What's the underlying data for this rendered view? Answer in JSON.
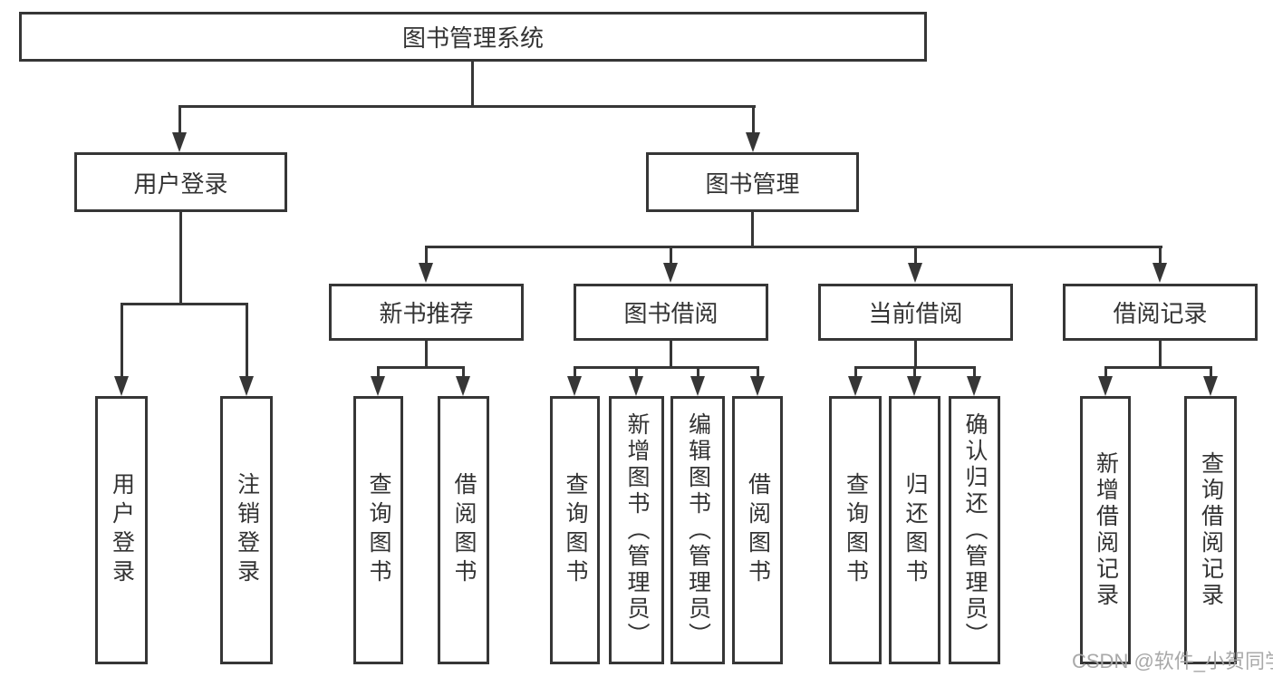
{
  "diagram": {
    "root": {
      "label": "图书管理系统",
      "children": [
        {
          "label": "用户登录",
          "children": [
            {
              "label": "用户登录"
            },
            {
              "label": "注销登录"
            }
          ]
        },
        {
          "label": "图书管理",
          "children": [
            {
              "label": "新书推荐",
              "children": [
                {
                  "label": "查询图书"
                },
                {
                  "label": "借阅图书"
                }
              ]
            },
            {
              "label": "图书借阅",
              "children": [
                {
                  "label": "查询图书"
                },
                {
                  "label": "新增图书（管理员）"
                },
                {
                  "label": "编辑图书（管理员）"
                },
                {
                  "label": "借阅图书"
                }
              ]
            },
            {
              "label": "当前借阅",
              "children": [
                {
                  "label": "查询图书"
                },
                {
                  "label": "归还图书"
                },
                {
                  "label": "确认归还（管理员）"
                }
              ]
            },
            {
              "label": "借阅记录",
              "children": [
                {
                  "label": "新增借阅记录"
                },
                {
                  "label": "查询借阅记录"
                }
              ]
            }
          ]
        }
      ]
    }
  },
  "watermark": {
    "text": "CSDN @软件_小贺同学"
  },
  "colors": {
    "line": "#363636",
    "text": "#333333",
    "box_background": "#ffffff",
    "page_background": "#ffffff",
    "watermark": "#a4a4a4"
  }
}
